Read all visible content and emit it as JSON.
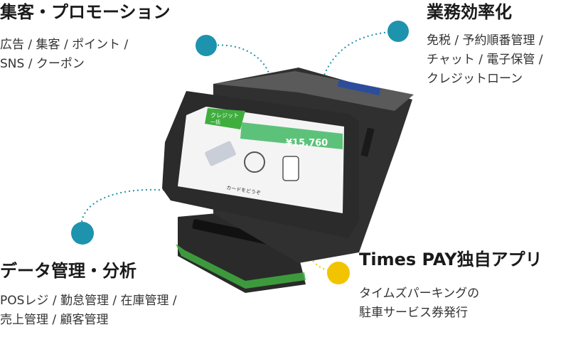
{
  "features": {
    "promotion": {
      "title": "集客・プロモーション",
      "lines": [
        "広告 / 集客 / ポイント /",
        "SNS / クーポン"
      ]
    },
    "efficiency": {
      "title": "業務効率化",
      "lines": [
        "免税 / 予約順番管理 /",
        "チャット / 電子保管 /",
        "クレジットローン"
      ]
    },
    "data": {
      "title": "データ管理・分析",
      "lines": [
        "POSレジ / 勤怠管理 / 在庫管理 /",
        "売上管理 / 顧客管理"
      ]
    },
    "apps": {
      "title": "Times PAY独自アプリ",
      "lines": [
        "タイムズパーキングの",
        "駐車サービス券発行"
      ]
    }
  },
  "screen": {
    "corner_label_1": "クレジット",
    "corner_label_2": "一括",
    "amount": "¥15,760",
    "prompt": "カードをどうぞ"
  },
  "colors": {
    "teal_dot": "#1e93ad",
    "yellow_dot": "#f2c400",
    "amount_bar": "#5cc27a",
    "accent_green": "#3fae3f"
  }
}
